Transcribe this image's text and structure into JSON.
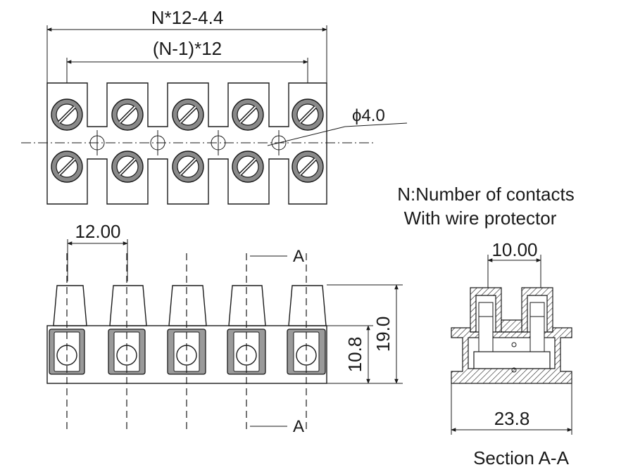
{
  "top_view": {
    "overall_dim": "N*12-4.4",
    "pitch_dim": "(N-1)*12",
    "hole_dim": "ϕ4.0"
  },
  "notes": {
    "line1": "N:Number of contacts",
    "line2": "With wire protector"
  },
  "front_view": {
    "pitch": "12.00",
    "height_total": "19.0",
    "height_body": "10.8",
    "section_mark_top": "A",
    "section_mark_bottom": "A"
  },
  "section_view": {
    "spacing": "10.00",
    "width": "23.8",
    "caption": "Section A-A"
  }
}
